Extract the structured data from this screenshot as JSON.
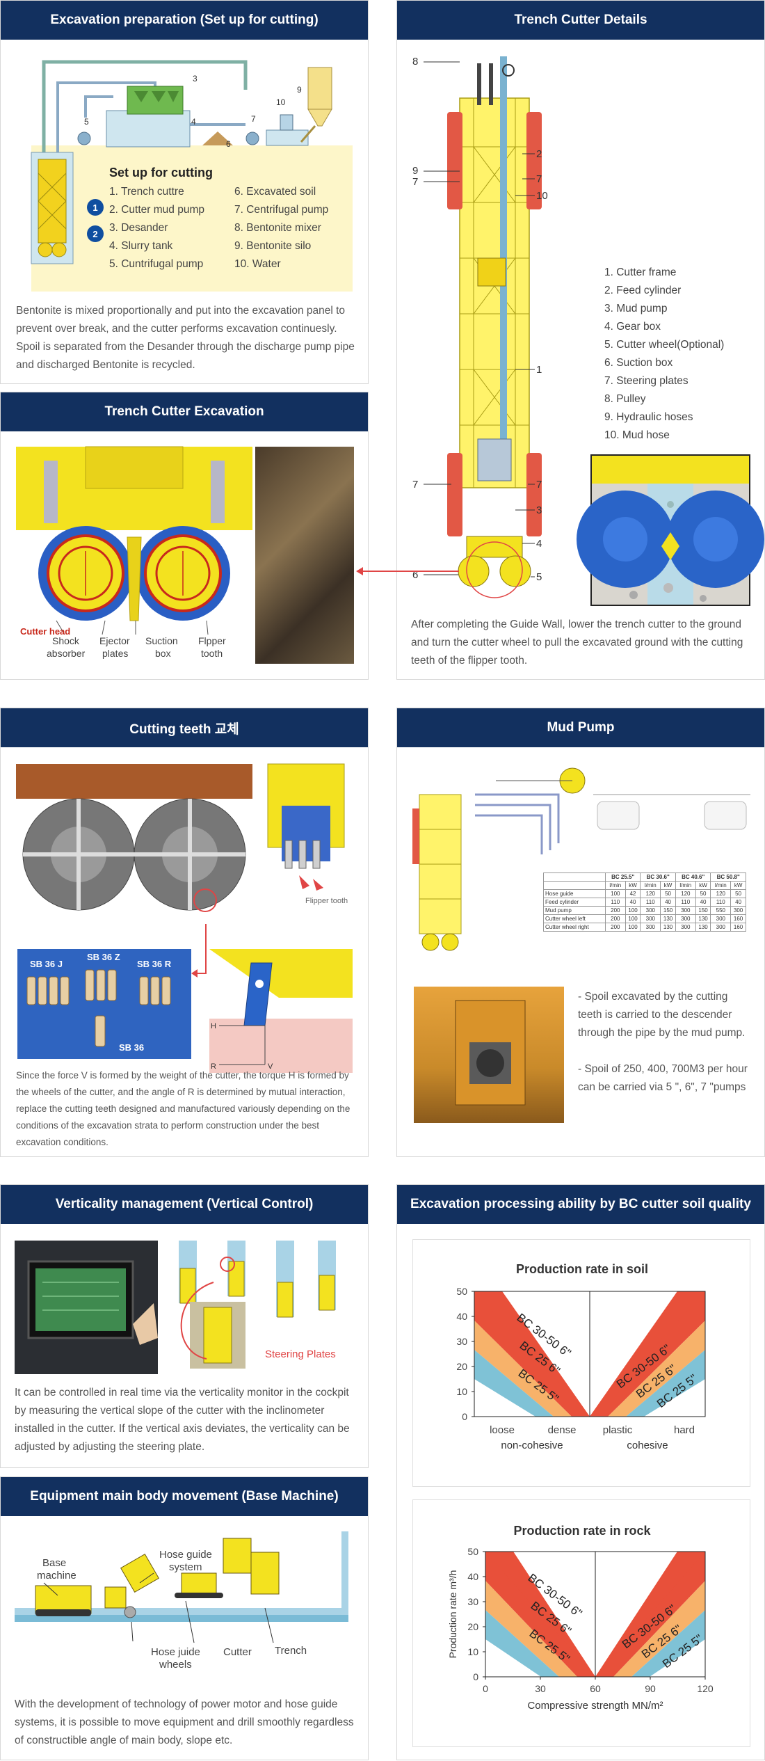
{
  "excavation_prep": {
    "title": "Excavation preparation (Set up for cutting)",
    "setup_heading": "Set up for cutting",
    "items_left": [
      "1. Trench cuttre",
      "2. Cutter mud pump",
      "3. Desander",
      "4. Slurry tank",
      "5. Cuntrifugal pump"
    ],
    "items_right": [
      "6. Excavated soil",
      "7. Centrifugal pump",
      "8. Bentonite mixer",
      "9. Bentonite silo",
      "10. Water"
    ],
    "badge_1": "1",
    "badge_2": "2",
    "diagram_numbers": [
      "3",
      "4",
      "5",
      "6",
      "7",
      "9",
      "10"
    ],
    "description": "Bentonite is mixed proportionally and put into the excavation panel to prevent over break, and the cutter performs excavation continuesly. Spoil is separated from the Desander through the discharge pump pipe and discharged Bentonite is recycled."
  },
  "trench_cutter_details": {
    "title": "Trench Cutter Details",
    "parts": [
      "1. Cutter frame",
      "2. Feed cylinder",
      "3. Mud pump",
      "4. Gear box",
      "5. Cutter wheel(Optional)",
      "6. Suction box",
      "7. Steering plates",
      "8. Pulley",
      "9. Hydraulic hoses",
      "10. Mud hose"
    ],
    "callouts": [
      "8",
      "2",
      "9",
      "7",
      "7",
      "10",
      "1",
      "7",
      "7",
      "3",
      "4",
      "6",
      "5"
    ],
    "description": "After completing the Guide Wall, lower the trench cutter to the ground and turn the cutter wheel to pull the excavated ground with the cutting teeth of the flipper tooth."
  },
  "trench_cutter_excavation": {
    "title": "Trench Cutter Excavation",
    "cutter_head": "Cutter head",
    "labels": [
      {
        "l1": "Shock",
        "l2": "absorber"
      },
      {
        "l1": "Ejector",
        "l2": "plates"
      },
      {
        "l1": "Suction",
        "l2": "box"
      },
      {
        "l1": "Flpper",
        "l2": "tooth"
      }
    ]
  },
  "cutting_teeth": {
    "title": "Cutting teeth 교체",
    "flipper_tooth": "Flipper tooth",
    "teeth_labels": [
      "SB 36 J",
      "SB 36 Z",
      "SB 36 R",
      "SB 36"
    ],
    "force_labels": [
      "H",
      "R",
      "V"
    ],
    "description": "Since the force V is formed by the weight of the cutter, the torque H is formed by the wheels of the cutter, and the angle of R is determined by mutual interaction, replace the cutting teeth designed and manufactured variously depending on the conditions of the excavation strata to perform construction under the best excavation conditions."
  },
  "mud_pump": {
    "title": "Mud Pump",
    "table_header": [
      "",
      "BC 25.5\"",
      "BC 30.6\"",
      "BC 40.6\"",
      "BC 50.8\""
    ],
    "table_units": [
      "",
      "l/min",
      "kW",
      "l/min",
      "kW",
      "l/min",
      "kW",
      "l/min",
      "kW"
    ],
    "table_rows": [
      [
        "Hose guide",
        "100",
        "42",
        "120",
        "50",
        "120",
        "50",
        "120",
        "50"
      ],
      [
        "Feed cylinder",
        "110",
        "40",
        "110",
        "40",
        "110",
        "40",
        "110",
        "40"
      ],
      [
        "Mud pump",
        "200",
        "100",
        "300",
        "150",
        "300",
        "150",
        "550",
        "300"
      ],
      [
        "Cutter wheel left",
        "200",
        "100",
        "300",
        "130",
        "300",
        "130",
        "300",
        "160"
      ],
      [
        "Cutter wheel right",
        "200",
        "100",
        "300",
        "130",
        "300",
        "130",
        "300",
        "160"
      ]
    ],
    "description_1": "- Spoil excavated by the cutting teeth is carried to the descender through the pipe by the mud pump.",
    "description_2": "- Spoil of 250, 400, 700M3 per hour can be carried via 5 \", 6\", 7 \"pumps"
  },
  "verticality": {
    "title": "Verticality management (Vertical Control)",
    "steering_plates": "Steering Plates",
    "description": "It can be controlled in real time via the verticality monitor in the cockpit by measuring the vertical slope of the cutter with the inclinometer installed in the cutter. If the vertical axis deviates, the verticality can be adjusted by adjusting the steering plate."
  },
  "base_machine": {
    "title": "Equipment main body movement (Base Machine)",
    "label_base_1": "Base",
    "label_base_2": "machine",
    "label_hose_1": "Hose guide",
    "label_hose_2": "system",
    "label_wheels_1": "Hose juide",
    "label_wheels_2": "wheels",
    "label_cutter": "Cutter",
    "label_trench": "Trench",
    "description": "With the development of technology of power motor and hose guide systems, it is possible to move equipment and drill smoothly regardless of constructible angle of main body, slope etc."
  },
  "processing_ability": {
    "title": "Excavation processing ability by BC cutter soil quality"
  },
  "chart_data": [
    {
      "type": "area",
      "title": "Production rate in soil",
      "ylim": [
        0,
        50
      ],
      "yticks": [
        0,
        10,
        20,
        30,
        40,
        50
      ],
      "x_ticks": [
        "loose",
        "dense",
        "plastic",
        "hard"
      ],
      "x_groups": [
        "non-cohesive",
        "cohesive"
      ],
      "series": [
        {
          "name": "BC 30-50  6\"",
          "color": "#e8503a"
        },
        {
          "name": "BC 25  6\"",
          "color": "#f7b26a"
        },
        {
          "name": "BC 25  5\"",
          "color": "#7fc2d6"
        }
      ]
    },
    {
      "type": "area",
      "title": "Production rate in rock",
      "ylabel": "Production rate m³/h",
      "xlabel": "Compressive strength MN/m²",
      "ylim": [
        0,
        50
      ],
      "yticks": [
        0,
        10,
        20,
        30,
        40,
        50
      ],
      "xlim": [
        0,
        120
      ],
      "xticks": [
        0,
        30,
        60,
        90,
        120
      ],
      "series": [
        {
          "name": "BC 30-50  6\"",
          "color": "#e8503a"
        },
        {
          "name": "BC 25  6\"",
          "color": "#f7b26a"
        },
        {
          "name": "BC 25  5\"",
          "color": "#7fc2d6"
        }
      ]
    }
  ]
}
